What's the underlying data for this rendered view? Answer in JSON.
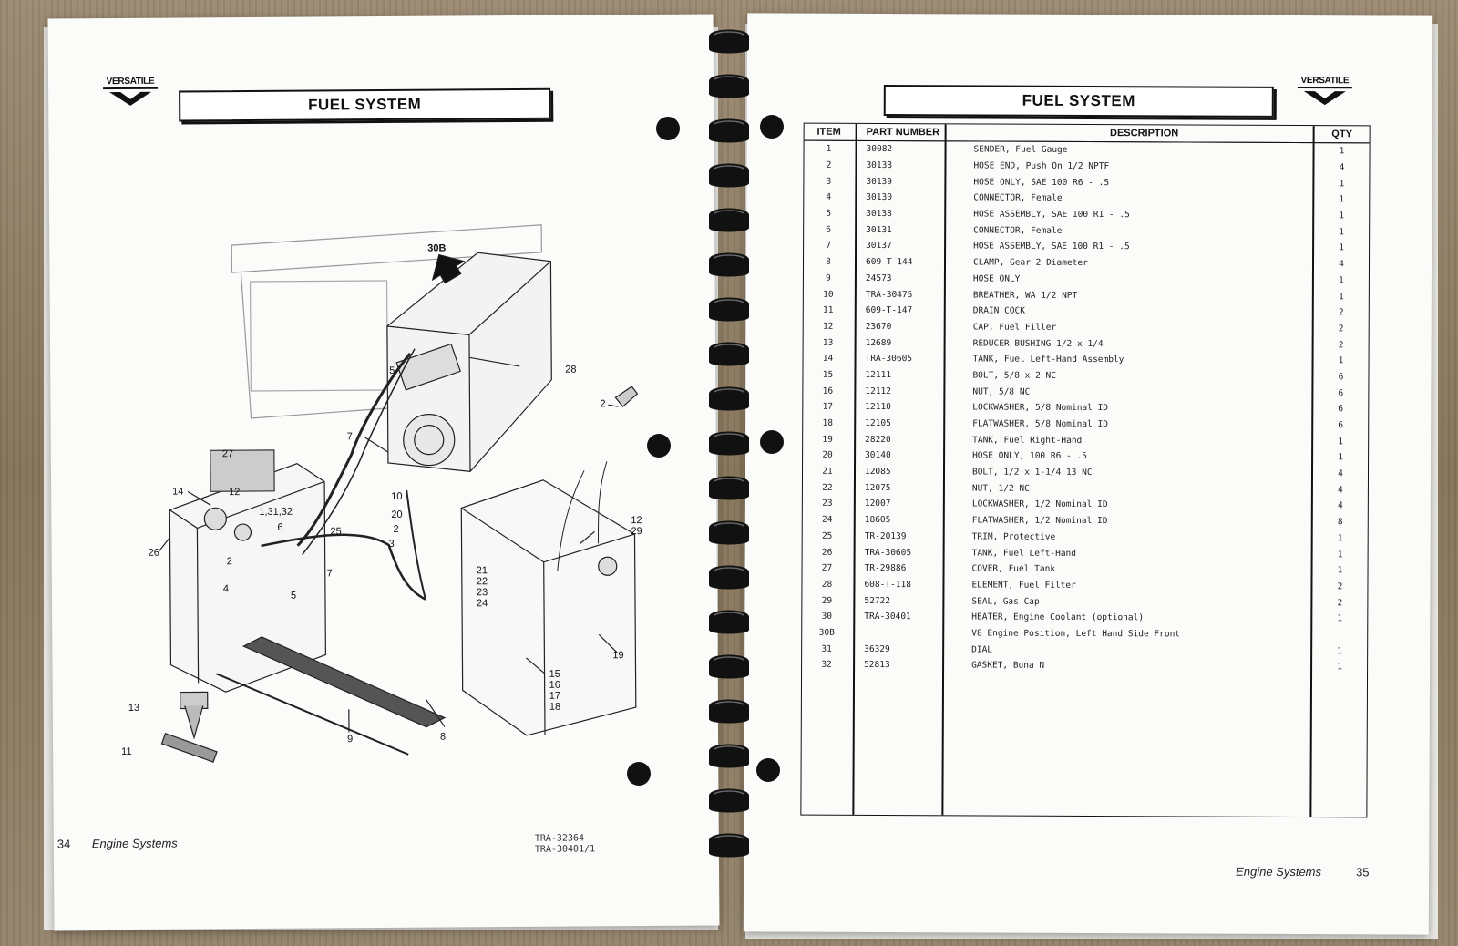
{
  "left_page": {
    "logo": "VERSATILE",
    "title": "FUEL SYSTEM",
    "page_number": "34",
    "section": "Engine Systems",
    "ref_code_1": "TRA-32364",
    "ref_code_2": "TRA-30401/1",
    "callouts": [
      "30B",
      "28",
      "2",
      "5",
      "7",
      "27",
      "14",
      "12",
      "26",
      "1,31,32",
      "6",
      "10",
      "20",
      "2",
      "25",
      "3",
      "2",
      "4",
      "7",
      "5",
      "12",
      "29",
      "21",
      "22",
      "23",
      "24",
      "13",
      "11",
      "9",
      "8",
      "15",
      "16",
      "17",
      "18",
      "19"
    ]
  },
  "right_page": {
    "logo": "VERSATILE",
    "title": "FUEL SYSTEM",
    "page_number": "35",
    "section": "Engine Systems",
    "table": {
      "headers": {
        "item": "ITEM",
        "part": "PART NUMBER",
        "desc": "DESCRIPTION",
        "qty": "QTY"
      },
      "rows": [
        {
          "item": "1",
          "part": "30082",
          "desc": "SENDER, Fuel Gauge",
          "qty": "1"
        },
        {
          "item": "2",
          "part": "30133",
          "desc": "HOSE END, Push On 1/2 NPTF",
          "qty": "4"
        },
        {
          "item": "3",
          "part": "30139",
          "desc": "HOSE ONLY, SAE 100 R6 - .5",
          "qty": "1"
        },
        {
          "item": "4",
          "part": "30130",
          "desc": "CONNECTOR, Female",
          "qty": "1"
        },
        {
          "item": "5",
          "part": "30138",
          "desc": "HOSE ASSEMBLY, SAE 100 R1 - .5",
          "qty": "1"
        },
        {
          "item": "6",
          "part": "30131",
          "desc": "CONNECTOR, Female",
          "qty": "1"
        },
        {
          "item": "7",
          "part": "30137",
          "desc": "HOSE ASSEMBLY, SAE 100 R1 - .5",
          "qty": "1"
        },
        {
          "item": "8",
          "part": "609-T-144",
          "desc": "CLAMP, Gear 2 Diameter",
          "qty": "4"
        },
        {
          "item": "9",
          "part": "24573",
          "desc": "HOSE ONLY",
          "qty": "1"
        },
        {
          "item": "10",
          "part": "TRA-30475",
          "desc": "BREATHER, WA 1/2 NPT",
          "qty": "1"
        },
        {
          "item": "11",
          "part": "609-T-147",
          "desc": "DRAIN COCK",
          "qty": "2"
        },
        {
          "item": "12",
          "part": "23670",
          "desc": "CAP, Fuel Filler",
          "qty": "2"
        },
        {
          "item": "13",
          "part": "12689",
          "desc": "REDUCER BUSHING 1/2 x 1/4",
          "qty": "2"
        },
        {
          "item": "14",
          "part": "TRA-30605",
          "desc": "TANK, Fuel Left-Hand Assembly",
          "qty": "1"
        },
        {
          "item": "15",
          "part": "12111",
          "desc": "BOLT, 5/8 x 2 NC",
          "qty": "6"
        },
        {
          "item": "16",
          "part": "12112",
          "desc": "NUT, 5/8 NC",
          "qty": "6"
        },
        {
          "item": "17",
          "part": "12110",
          "desc": "LOCKWASHER, 5/8 Nominal ID",
          "qty": "6"
        },
        {
          "item": "18",
          "part": "12105",
          "desc": "FLATWASHER, 5/8 Nominal ID",
          "qty": "6"
        },
        {
          "item": "19",
          "part": "28220",
          "desc": "TANK, Fuel Right-Hand",
          "qty": "1"
        },
        {
          "item": "20",
          "part": "30140",
          "desc": "HOSE ONLY, 100 R6 - .5",
          "qty": "1"
        },
        {
          "item": "21",
          "part": "12085",
          "desc": "BOLT, 1/2 x 1-1/4  13 NC",
          "qty": "4"
        },
        {
          "item": "22",
          "part": "12075",
          "desc": "NUT, 1/2 NC",
          "qty": "4"
        },
        {
          "item": "23",
          "part": "12007",
          "desc": "LOCKWASHER, 1/2 Nominal ID",
          "qty": "4"
        },
        {
          "item": "24",
          "part": "18605",
          "desc": "FLATWASHER, 1/2 Nominal ID",
          "qty": "8"
        },
        {
          "item": "25",
          "part": "TR-20139",
          "desc": "TRIM, Protective",
          "qty": "1"
        },
        {
          "item": "26",
          "part": "TRA-30605",
          "desc": "TANK, Fuel Left-Hand",
          "qty": "1"
        },
        {
          "item": "27",
          "part": "TR-29886",
          "desc": "COVER, Fuel Tank",
          "qty": "1"
        },
        {
          "item": "28",
          "part": "608-T-118",
          "desc": "ELEMENT, Fuel Filter",
          "qty": "2"
        },
        {
          "item": "29",
          "part": "52722",
          "desc": "SEAL, Gas Cap",
          "qty": "2"
        },
        {
          "item": "30",
          "part": "TRA-30401",
          "desc": "HEATER, Engine Coolant (optional)",
          "qty": "1"
        },
        {
          "item": "30B",
          "part": "",
          "desc": "V8 Engine Position, Left Hand Side Front",
          "qty": ""
        },
        {
          "item": "31",
          "part": "36329",
          "desc": "DIAL",
          "qty": "1"
        },
        {
          "item": "32",
          "part": "52813",
          "desc": "GASKET, Buna N",
          "qty": "1"
        }
      ]
    }
  }
}
